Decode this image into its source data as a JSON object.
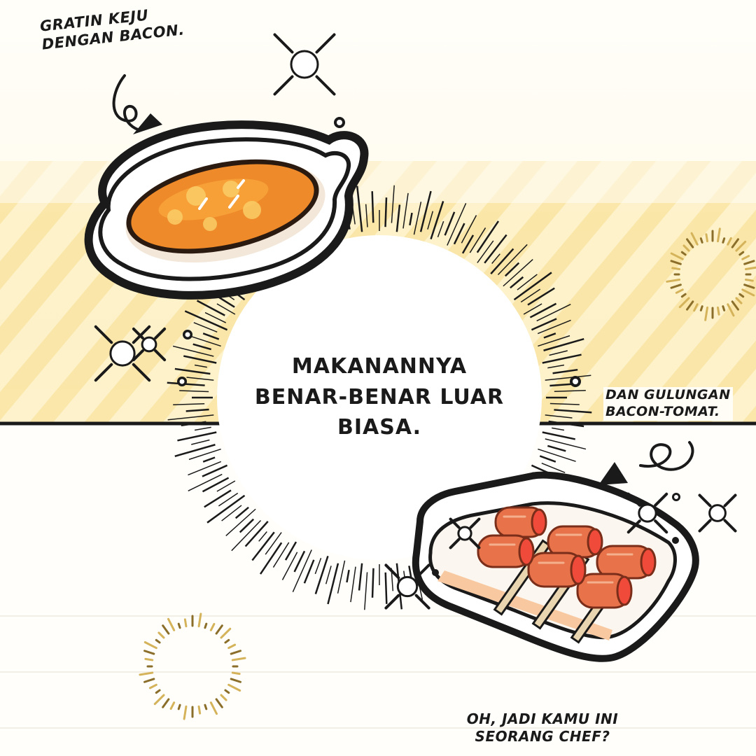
{
  "captions": {
    "gratin": [
      "GRATIN KEJU",
      "DENGAN BACON."
    ],
    "center": [
      "MAKANANNYA",
      "BENAR-BENAR LUAR",
      "BIASA."
    ],
    "rolls": [
      "DAN GULUNGAN",
      "BACON-TOMAT."
    ],
    "chef": [
      "OH, JADI KAMU INI",
      "SEORANG CHEF?"
    ]
  },
  "colors": {
    "background": "#fffdf6",
    "yellow_glow": "#f7dc8a",
    "ink": "#1a1a1a",
    "gratin_orange": "#ee8a2a",
    "bacon_red": "#e8734a",
    "sparkle_gold": "#d4b35a"
  },
  "icons": [
    "sparkle-icon",
    "curly-arrow-icon",
    "gratin-dish",
    "bacon-roll-skewers",
    "radial-burst"
  ]
}
